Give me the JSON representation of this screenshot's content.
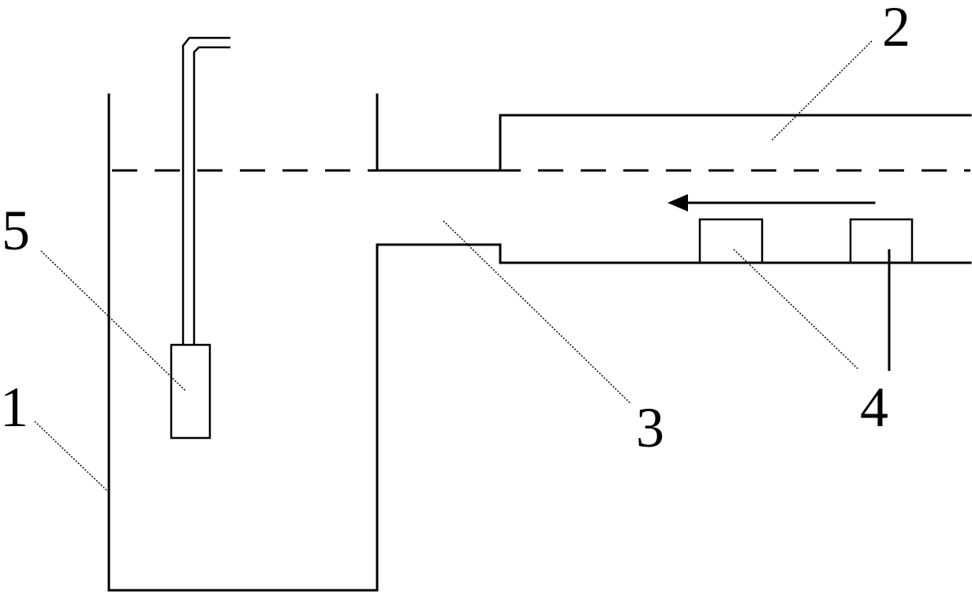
{
  "diagram": {
    "labels": {
      "container": "1",
      "upper_channel": "2",
      "connecting_channel": "3",
      "blocks": "4",
      "probe": "5"
    },
    "line_color": "#000000",
    "background": "#ffffff",
    "flow_direction": "left"
  }
}
